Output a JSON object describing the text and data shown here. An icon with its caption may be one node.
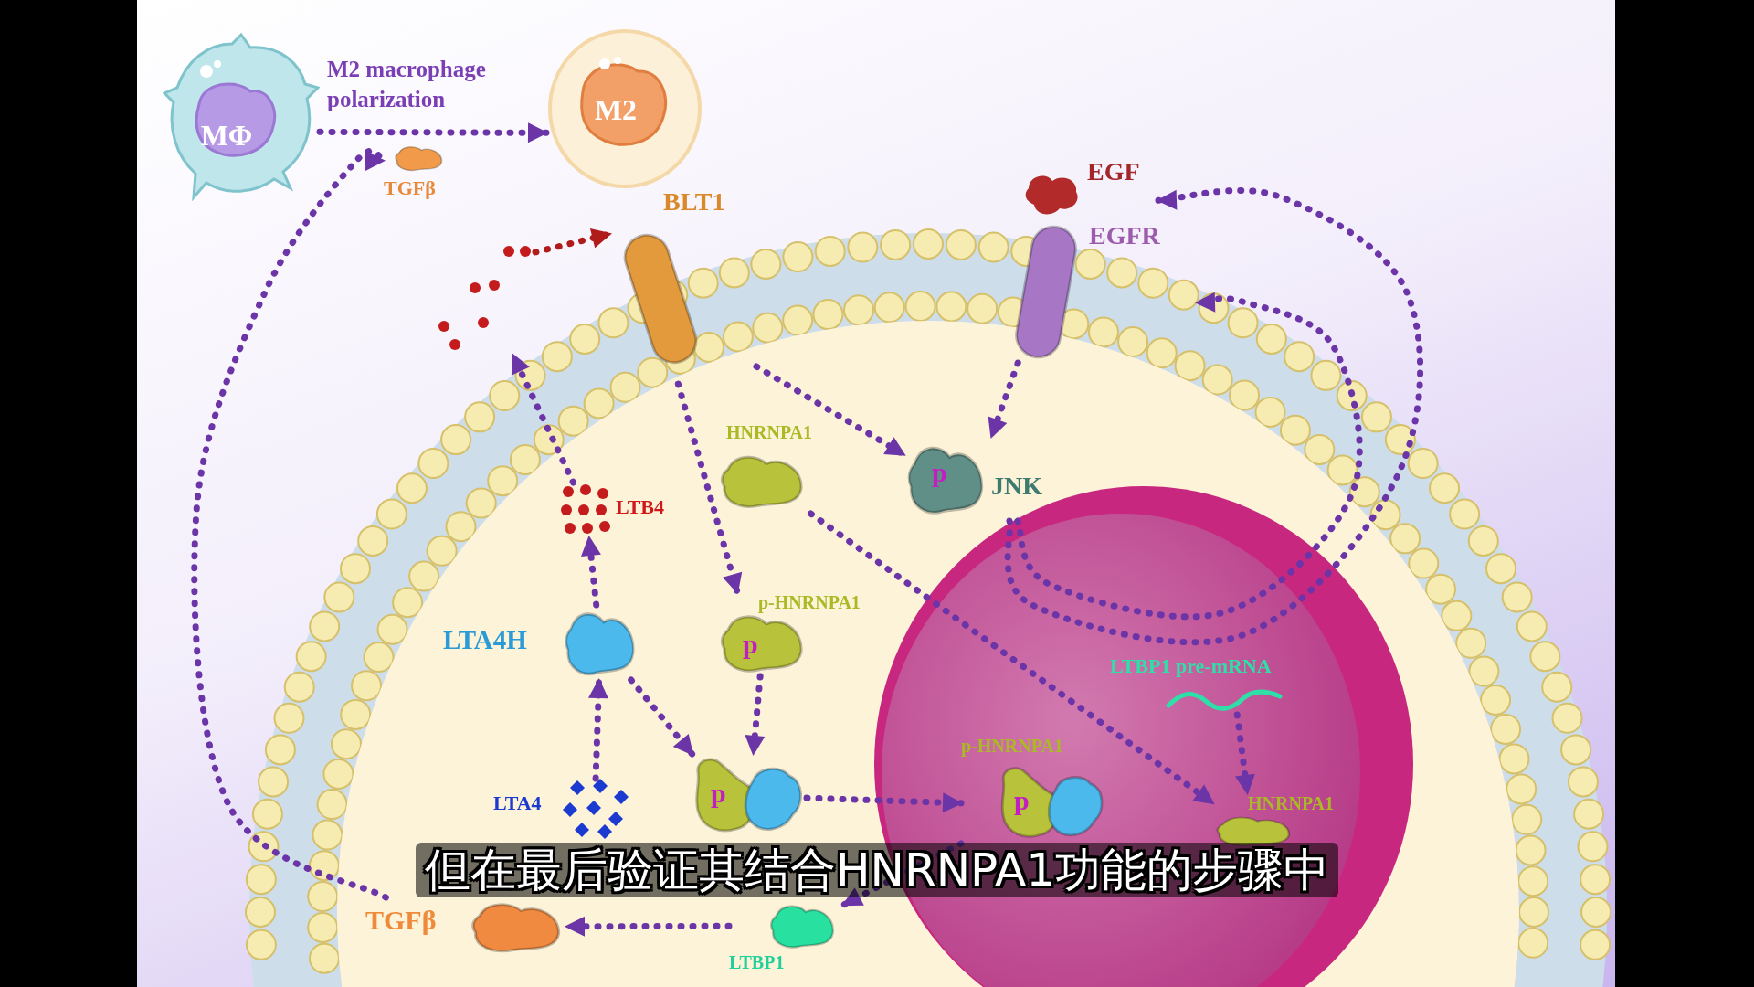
{
  "diagram": {
    "caption": "但在最后验证其结合HNRNPA1功能的步骤中",
    "nodes": [
      {
        "text": [
          "MΦ"
        ]
      },
      {
        "text": [
          "M2"
        ]
      },
      {
        "text": [
          "TGFβ"
        ]
      },
      {
        "text": [],
        "shape": "picture"
      },
      {
        "text": [
          "BLT1"
        ]
      },
      {
        "text": [
          "EGF"
        ]
      },
      {
        "text": [
          "EGFR"
        ]
      },
      {
        "text": [
          "HNRNPA1"
        ]
      },
      {
        "text": [
          "p",
          "JNK"
        ]
      },
      {
        "text": [
          "LTB4"
        ]
      },
      {
        "text": [
          "LTA4H"
        ]
      },
      {
        "text": [
          "p",
          "p-HNRNPA1"
        ]
      },
      {
        "text": [],
        "shape": "circle"
      },
      {
        "text": [
          "LTBP1 pre-mRNA"
        ],
        "in": 12
      },
      {
        "text": [
          "p"
        ]
      },
      {
        "text": [
          "p-HNRNPA1",
          "p"
        ],
        "in": 12
      },
      {
        "text": [
          "HNRNPA1"
        ],
        "in": 12
      },
      {
        "text": [
          "LTA4"
        ]
      },
      {
        "text": [
          "TGFβ"
        ]
      },
      {
        "text": [
          "LTBP1"
        ]
      }
    ],
    "edges": [
      {
        "from": 0,
        "to": 1,
        "arrow": "to",
        "label": "M2 macrophage polarization",
        "style": "dashed"
      },
      {
        "from": 18,
        "to": 2,
        "arrow": "to",
        "style": "dashed"
      },
      {
        "from": 3,
        "to": 4,
        "arrow": "to",
        "style": "dashed",
        "color": "#b01c1c"
      },
      {
        "from": 9,
        "to": 3,
        "arrow": "to",
        "style": "dashed"
      },
      {
        "from": 4,
        "to": 8,
        "arrow": "to",
        "style": "dashed"
      },
      {
        "from": 4,
        "to": 11,
        "arrow": "to",
        "style": "dashed"
      },
      {
        "from": 6,
        "to": 8,
        "arrow": "to",
        "style": "dashed"
      },
      {
        "from": 8,
        "to": 6,
        "arrow": "to",
        "style": "dashed"
      },
      {
        "from": 8,
        "to": 5,
        "arrow": "to",
        "style": "dashed"
      },
      {
        "from": 7,
        "to": 16,
        "arrow": "to",
        "style": "dashed"
      },
      {
        "from": 13,
        "to": 16,
        "arrow": "to",
        "style": "dashed"
      },
      {
        "from": 17,
        "to": 10,
        "arrow": "to",
        "style": "dashed"
      },
      {
        "from": 10,
        "to": 9,
        "arrow": "to",
        "style": "dashed"
      },
      {
        "from": 10,
        "to": 14,
        "arrow": "to",
        "style": "dashed"
      },
      {
        "from": 11,
        "to": 14,
        "arrow": "to",
        "style": "dashed"
      },
      {
        "from": 14,
        "to": 15,
        "arrow": "to",
        "style": "dashed"
      },
      {
        "from": 15,
        "to": 19,
        "arrow": "to",
        "style": "dashed"
      },
      {
        "from": 19,
        "to": 18,
        "arrow": "to",
        "style": "dashed"
      }
    ]
  }
}
